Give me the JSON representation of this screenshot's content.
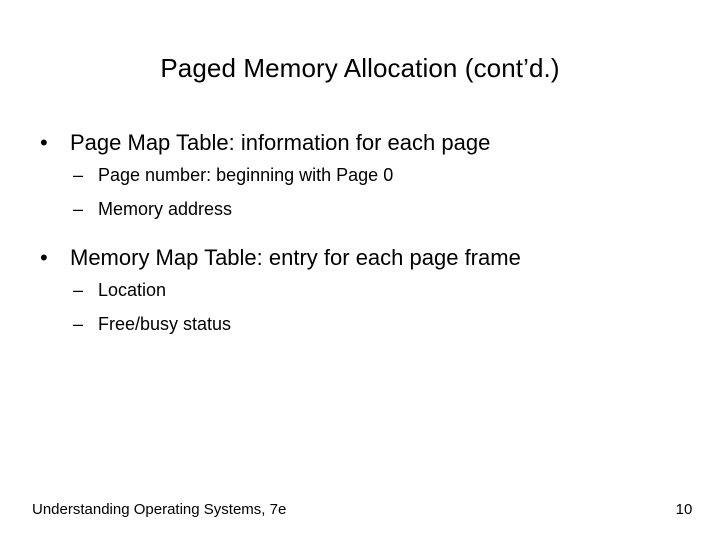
{
  "slide": {
    "title": "Paged Memory Allocation (cont’d.)",
    "background_color": "#ffffff",
    "text_color": "#000000",
    "bullet_marker_l1": "•",
    "bullet_marker_l2": "–",
    "groups": [
      {
        "heading": "Page Map Table: information for each page",
        "sub_items": [
          "Page number: beginning with Page 0",
          "Memory address"
        ]
      },
      {
        "heading": "Memory Map Table: entry for each page frame",
        "sub_items": [
          "Location",
          "Free/busy status"
        ]
      }
    ]
  },
  "footer": {
    "source_text": "Understanding Operating Systems, 7e",
    "page_number": "10"
  }
}
